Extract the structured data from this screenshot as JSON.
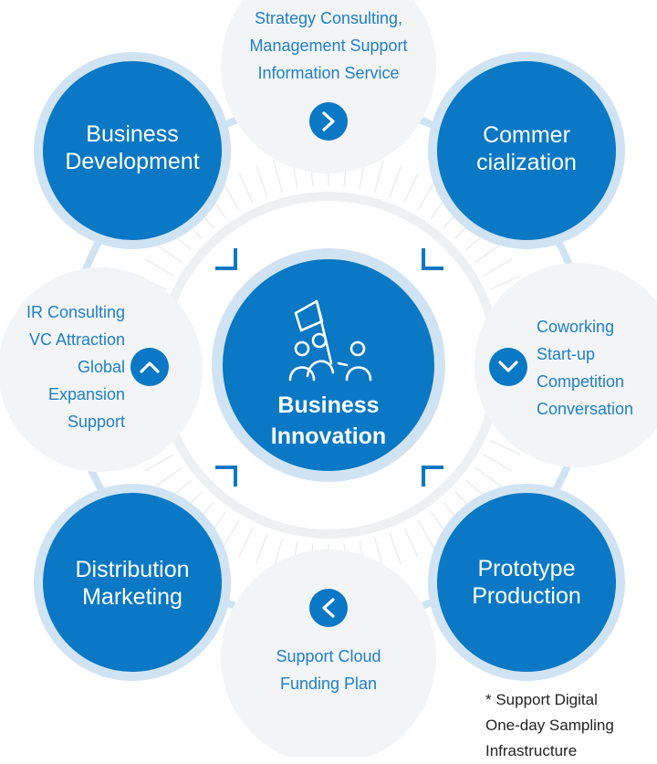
{
  "colors": {
    "main_blue": "#0a78c4",
    "ring_blue": "#cfe3f3",
    "pale_circle": "#f2f4f6",
    "label_blue": "#1f7fc9",
    "note_text": "#222222"
  },
  "center": {
    "icon": "team-flag-icon",
    "lines": [
      "Business",
      "Innovation"
    ]
  },
  "stages": {
    "business_development": [
      "Business",
      "Development"
    ],
    "commercialization": [
      "Commer",
      "cialization"
    ],
    "prototype_production": [
      "Prototype",
      "Production"
    ],
    "distribution_marketing": [
      "Distribution",
      "Marketing"
    ]
  },
  "services": {
    "top": {
      "lines": [
        "Strategy Consulting,",
        "Management Support",
        "Information Service"
      ],
      "arrow": "chevron-right-icon"
    },
    "right": {
      "lines": [
        "Coworking",
        "Start-up",
        "Competition",
        "Conversation"
      ],
      "arrow": "chevron-down-icon"
    },
    "bottom": {
      "lines": [
        "Support Cloud",
        "Funding Plan"
      ],
      "arrow": "chevron-left-icon"
    },
    "left": {
      "lines": [
        "IR Consulting",
        "VC Attraction",
        "Global",
        "Expansion",
        "Support"
      ],
      "arrow": "chevron-up-icon"
    }
  },
  "note": {
    "lines": [
      "* Support Digital",
      "One-day Sampling",
      "Infrastructure"
    ]
  }
}
